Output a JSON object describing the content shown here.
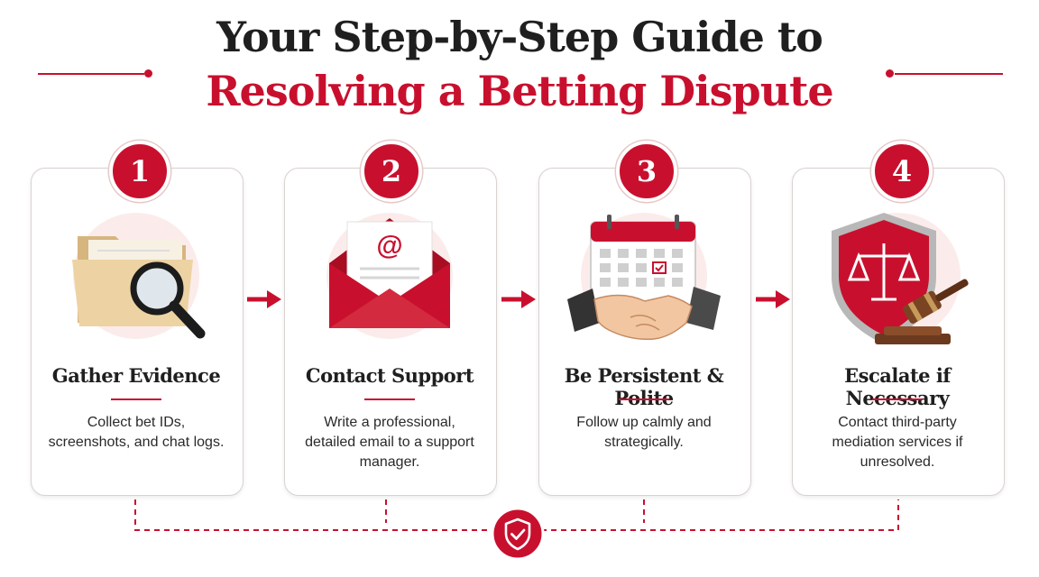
{
  "header": {
    "title_line1": "Your Step-by-Step Guide to",
    "title_line2": "Resolving a Betting Dispute"
  },
  "steps": [
    {
      "number": "1",
      "title": "Gather Evidence",
      "description": "Collect bet IDs, screenshots, and chat logs.",
      "icon": "folder-magnifier-icon"
    },
    {
      "number": "2",
      "title": "Contact Support",
      "description": "Write a professional, detailed email to a support manager.",
      "icon": "envelope-icon"
    },
    {
      "number": "3",
      "title": "Be Persistent & Polite",
      "description": "Follow up calmly and strategically.",
      "icon": "calendar-handshake-icon"
    },
    {
      "number": "4",
      "title": "Escalate if Necessary",
      "description": "Contact third-party mediation services if unresolved.",
      "icon": "shield-gavel-icon"
    }
  ],
  "email_icon_symbol": "@",
  "colors": {
    "accent": "#c8102e",
    "dark": "#1f1f1f",
    "card_border": "#d9d2d0",
    "icon_bg": "#fbeceb"
  }
}
